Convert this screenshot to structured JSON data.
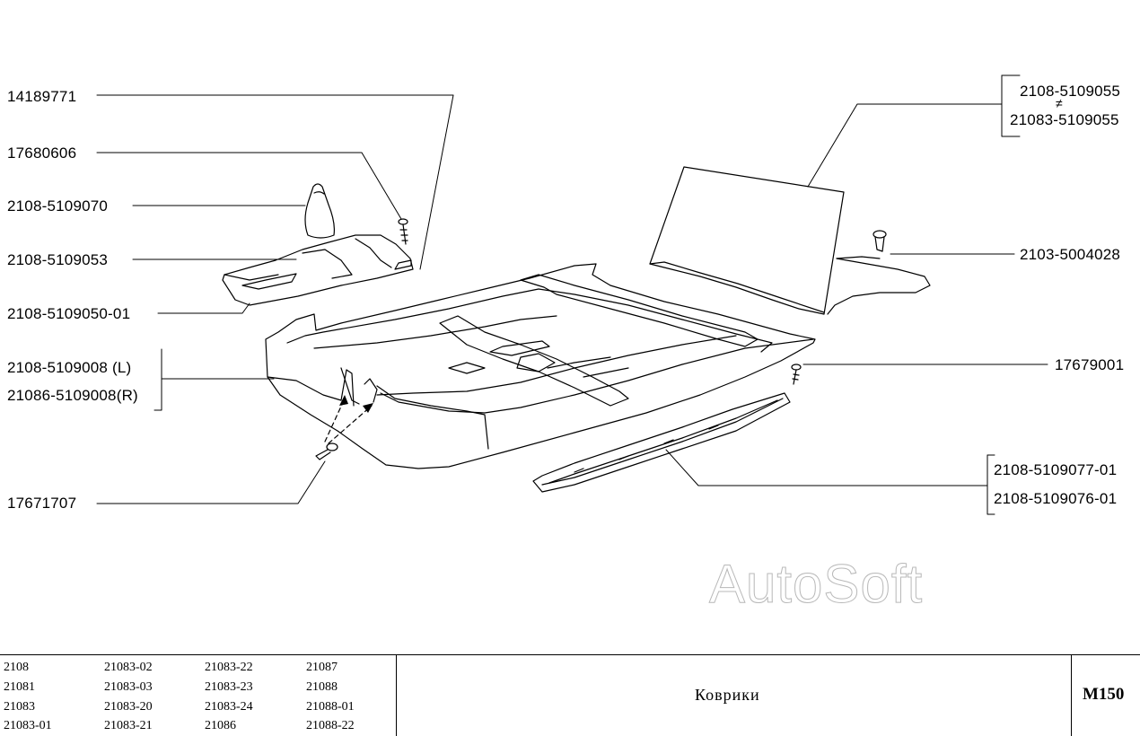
{
  "parts": {
    "p14189771": "14189771",
    "p17680606": "17680606",
    "p2108_5109070": "2108-5109070",
    "p2108_5109053": "2108-5109053",
    "p2108_5109050_01": "2108-5109050-01",
    "p2108_5109008_l": "2108-5109008  (L)",
    "p21086_5109008_r": "21086-5109008(R)",
    "p17671707": "17671707",
    "p2108_5109055": "2108-5109055",
    "not_equal_sign": "≠",
    "p21083_5109055": "21083-5109055",
    "p2103_5004028": "2103-5004028",
    "p17679001": "17679001",
    "p2108_5109077_01": "2108-5109077-01",
    "p2108_5109076_01": "2108-5109076-01"
  },
  "watermark": "AutoSoft",
  "footer": {
    "models": [
      "2108",
      "21081",
      "21083",
      "21083-01",
      "21083-02",
      "21083-03",
      "21083-20",
      "21083-21",
      "21083-22",
      "21083-23",
      "21083-24",
      "21086",
      "21087",
      "21088",
      "21088-01",
      "21088-22"
    ],
    "title": "Коврики",
    "code": "М150"
  }
}
